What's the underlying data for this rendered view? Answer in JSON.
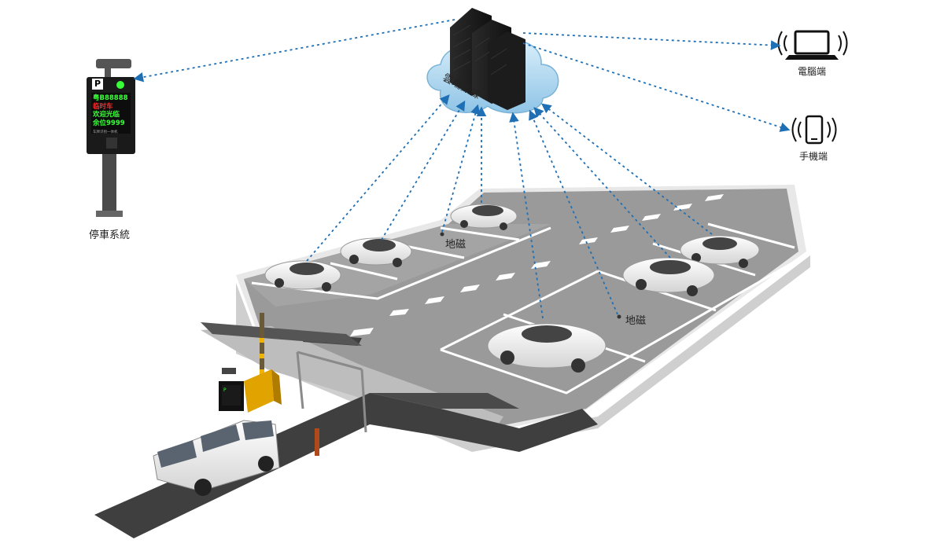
{
  "diagram": {
    "cloud_label": "雲端數據",
    "parking_system_label": "停車系統",
    "computer_label": "電腦端",
    "phone_label": "手機端",
    "sensor_labels": [
      "地磁",
      "地磁"
    ],
    "kiosk_screen": {
      "plate": "粤B88888",
      "line2": "临时车",
      "line3": "欢迎光临",
      "line4": "余位9999",
      "footer": "车牌识别一体机",
      "badge": "P"
    },
    "colors": {
      "link": "#1f6fb5",
      "cloud": "#bfe0f2",
      "led_green": "#39ff39",
      "led_red": "#ff2a2a",
      "asphalt": "#9a9a9a",
      "road_dark": "#3f3f3f"
    }
  }
}
